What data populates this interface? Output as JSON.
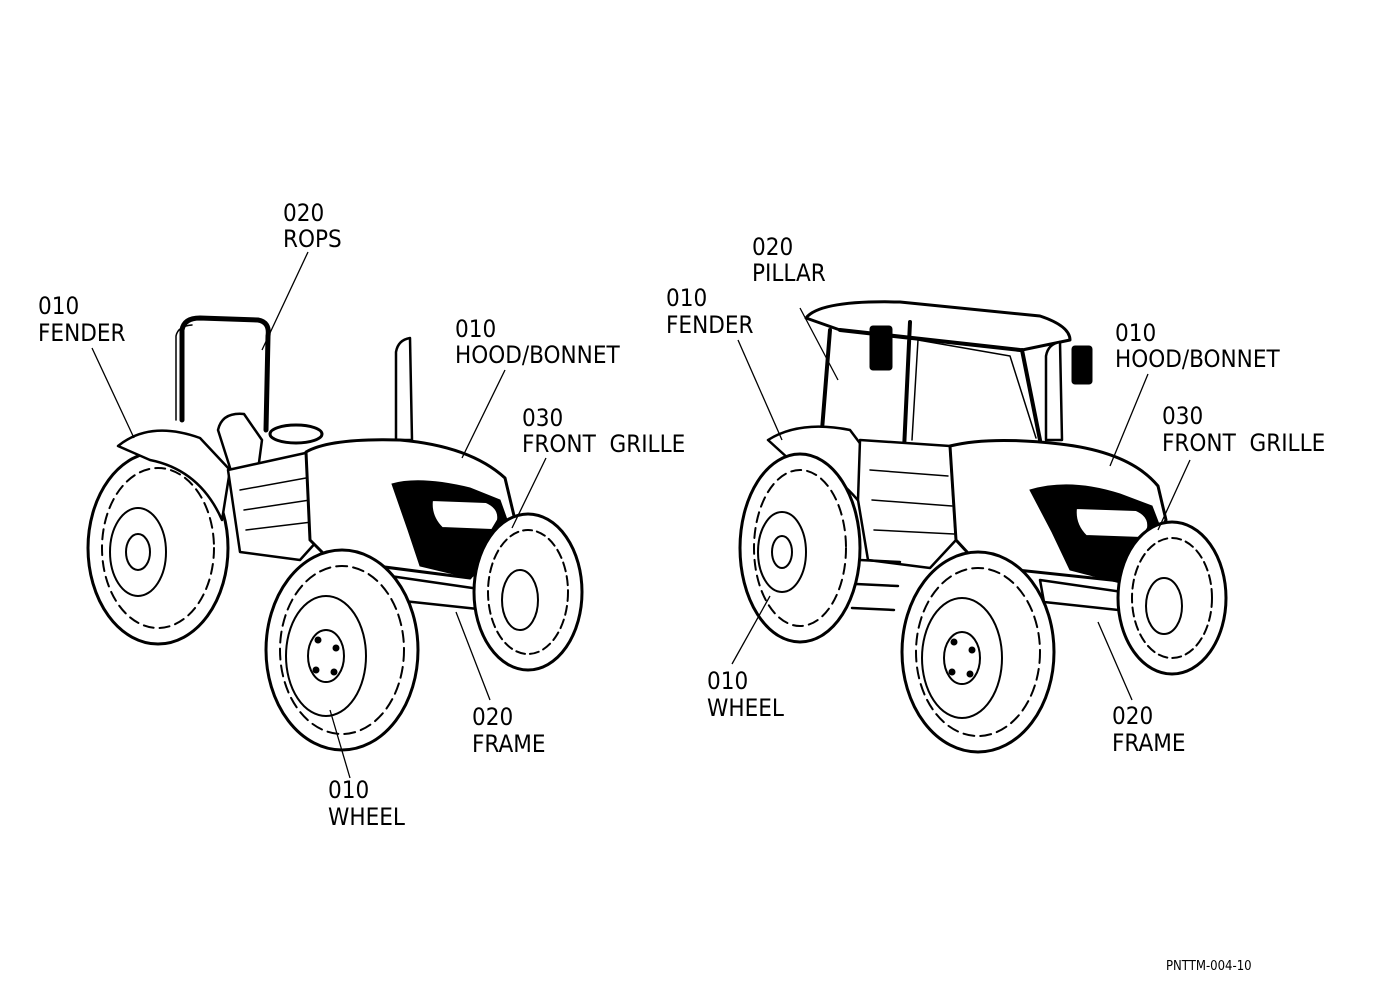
{
  "diagram": {
    "drawing_code": "PNTTM-004-10",
    "open_tractor_callouts": [
      {
        "code": "020",
        "name": "ROPS"
      },
      {
        "code": "010",
        "name": "FENDER"
      },
      {
        "code": "010",
        "name": "HOOD/BONNET"
      },
      {
        "code": "030",
        "name": "FRONT  GRILLE"
      },
      {
        "code": "020",
        "name": "FRAME"
      },
      {
        "code": "010",
        "name": "WHEEL"
      }
    ],
    "cab_tractor_callouts": [
      {
        "code": "020",
        "name": "PILLAR"
      },
      {
        "code": "010",
        "name": "FENDER"
      },
      {
        "code": "010",
        "name": "HOOD/BONNET"
      },
      {
        "code": "030",
        "name": "FRONT  GRILLE"
      },
      {
        "code": "010",
        "name": "WHEEL"
      },
      {
        "code": "020",
        "name": "FRAME"
      }
    ]
  }
}
